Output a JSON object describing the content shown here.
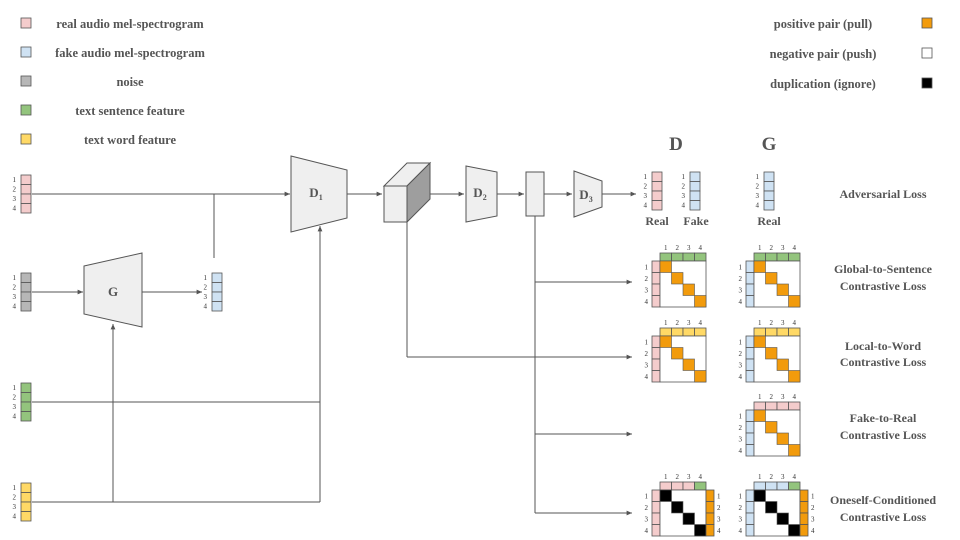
{
  "colors": {
    "real": "#f4cccc",
    "fake": "#cfe2f3",
    "noise": "#b7b7b7",
    "sentence": "#93c47d",
    "word": "#ffd966",
    "positive": "#f29b0c",
    "negative": "#ffffff",
    "duplication": "#000000",
    "block_fill": "#efefef",
    "line": "#555555"
  },
  "legend_left": [
    {
      "label": "real audio mel-spectrogram",
      "color_key": "real"
    },
    {
      "label": "fake audio mel-spectrogram",
      "color_key": "fake"
    },
    {
      "label": "noise",
      "color_key": "noise"
    },
    {
      "label": "text sentence feature",
      "color_key": "sentence"
    },
    {
      "label": "text word feature",
      "color_key": "word"
    }
  ],
  "legend_right": [
    {
      "label": "positive pair (pull)",
      "color_key": "positive"
    },
    {
      "label": "negative pair (push)",
      "color_key": "negative"
    },
    {
      "label": "duplication (ignore)",
      "color_key": "duplication"
    }
  ],
  "blocks": {
    "generator": "G",
    "d1": {
      "main": "D",
      "sub": "1"
    },
    "d2": {
      "main": "D",
      "sub": "2"
    },
    "d3": {
      "main": "D",
      "sub": "3"
    }
  },
  "column_headers": {
    "d": "D",
    "g": "G"
  },
  "adversarial": {
    "real_label": "Real",
    "fake_label": "Fake",
    "g_real_label": "Real"
  },
  "tick_labels": [
    "1",
    "2",
    "3",
    "4"
  ],
  "losses": [
    {
      "line1": "Adversarial Loss",
      "line2": ""
    },
    {
      "line1": "Global-to-Sentence",
      "line2": "Contrastive Loss"
    },
    {
      "line1": "Local-to-Word",
      "line2": "Contrastive Loss"
    },
    {
      "line1": "Fake-to-Real",
      "line2": "Contrastive Loss"
    },
    {
      "line1": "Oneself-Conditioned",
      "line2": "Contrastive Loss"
    }
  ]
}
